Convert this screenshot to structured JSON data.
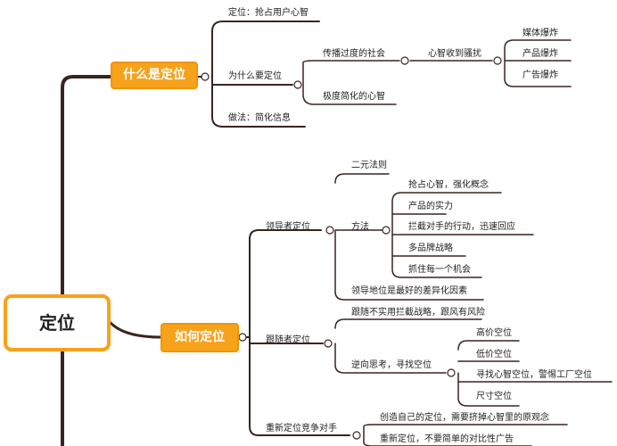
{
  "root": "定位",
  "what": {
    "title": "什么是定位",
    "n1": "定位：抢占用户心智",
    "n2": "为什么要定位",
    "n2a": "传播过度的社会",
    "n2a1": "心智收到骚扰",
    "media": "媒体爆炸",
    "product": "产品爆炸",
    "ad": "广告爆炸",
    "n2b": "极度简化的心智",
    "n3": "做法：简化信息"
  },
  "how": {
    "title": "如何定位",
    "leader": "领导者定位",
    "binary": "二元法则",
    "method": "方法",
    "m1": "抢占心智，强化概念",
    "m2": "产品的实力",
    "m3": "拦截对手的行动，迅速回应",
    "m4": "多品牌战略",
    "m5": "抓住每一个机会",
    "leaderPos": "领导地位是最好的差异化因素",
    "follower": "跟随者定位",
    "f1": "跟随不实用拦截战略，跟风有风险",
    "f2": "逆向思考，寻找空位",
    "g1": "高价空位",
    "g2": "低价空位",
    "g3": "寻找心智空位，警惕工厂空位",
    "g4": "尺寸空位",
    "reposition": "重新定位竞争对手",
    "r1": "创造自己的定位，需要挤掉心智里的原观念",
    "r2": "重新定位，不要简单的对比性广告"
  }
}
